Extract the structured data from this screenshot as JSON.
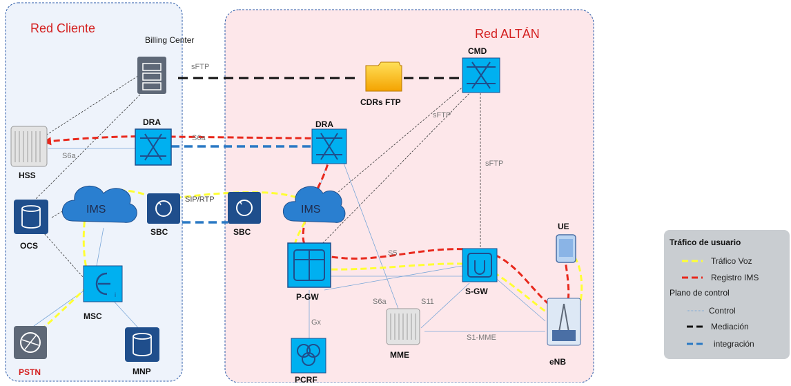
{
  "regions": {
    "client": {
      "title": "Red Cliente"
    },
    "altan": {
      "title": "Red ALTÁN"
    }
  },
  "nodes": {
    "billing": "Billing Center",
    "hss": "HSS",
    "dra_client": "DRA",
    "ocs": "OCS",
    "ims_client": "IMS",
    "sbc_client": "SBC",
    "msc": "MSC",
    "pstn": "PSTN",
    "mnp": "MNP",
    "cdrs": "CDRs FTP",
    "cmd": "CMD",
    "dra_altan": "DRA",
    "sbc_altan": "SBC",
    "ims_altan": "IMS",
    "pgw": "P-GW",
    "sgw": "S-GW",
    "ue": "UE",
    "pcrf": "PCRF",
    "mme": "MME",
    "enb": "eNB"
  },
  "interfaces": {
    "sftp_billing": "sFTP",
    "sftp_cmd_1": "sFTP",
    "sftp_cmd_2": "sFTP",
    "s6a_hss": "S6a",
    "s6a_dra": "S6a",
    "sip_rtp": "SIP/RTP",
    "s5": "S5",
    "s6a_mme": "S6a",
    "s11": "S11",
    "gx": "Gx",
    "s1_mme": "S1-MME"
  },
  "legend": {
    "user_traffic_title": "Tráfico de usuario",
    "voice": "Tráfico Voz",
    "ims_reg": "Registro IMS",
    "control_title": "Plano de control",
    "control": "Control",
    "mediation": "Mediación",
    "integration": "integración"
  },
  "colors": {
    "voice": "#ffff33",
    "ims_reg": "#e8281c",
    "mediation": "#111111",
    "integration": "#2a79c4",
    "control": "#7aa7d8",
    "node_fill": "#00b0f0",
    "node_dark": "#1f4e8c",
    "client_bg": "#eef3fb",
    "altan_bg": "#fde7ea",
    "legend_bg": "#c9cdd1"
  }
}
